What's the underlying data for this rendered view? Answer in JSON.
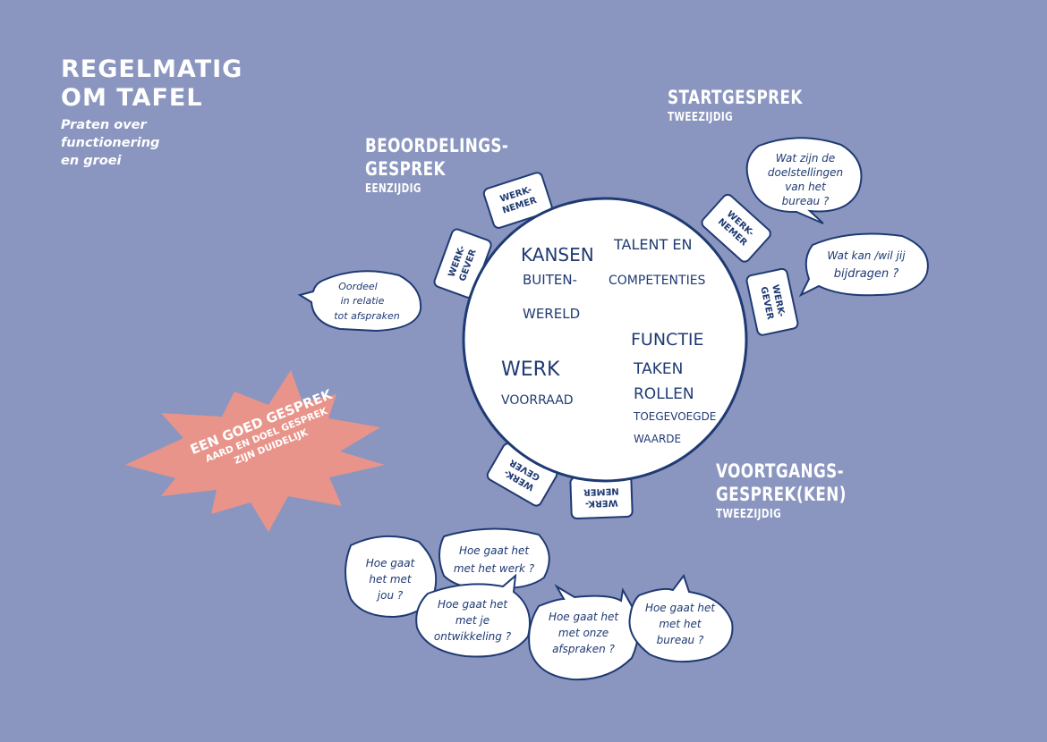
{
  "title": {
    "line1": "REGELMATIG",
    "line2": "OM TAFEL",
    "subtitle_lines": [
      "Praten over",
      "functionering",
      "en groei"
    ]
  },
  "conversations": {
    "startgesprek": {
      "title": "STARTGESPREK",
      "subtitle": "TWEEZIJDIG"
    },
    "beoordelingsgesprek": {
      "title_lines": [
        "BEOORDELINGS-",
        "GESPREK"
      ],
      "subtitle": "EENZIJDIG"
    },
    "voortgangsgesprek": {
      "title_lines": [
        "VOORTGANGS-",
        "GESPREK(KEN)"
      ],
      "subtitle": "TWEEZIJDIG"
    }
  },
  "table": {
    "topics": {
      "kansen": [
        "KANSEN",
        "BUITEN-",
        "WERELD"
      ],
      "talent": [
        "TALENT EN",
        "COMPETENTIES"
      ],
      "werk": [
        "WERK",
        "VOORRAAD"
      ],
      "functie": [
        "FUNCTIE",
        "TAKEN",
        "ROLLEN",
        "TOEGEVOEGDE",
        "WAARDE"
      ]
    },
    "chairs": {
      "werknemer": [
        "WERK-",
        "NEMER"
      ],
      "werkgever": [
        "WERK-",
        "GEVER"
      ]
    }
  },
  "bubbles": {
    "doelstellingen": [
      "Wat zijn de",
      "doelstellingen",
      "van het",
      "bureau ?"
    ],
    "bijdragen": [
      "Wat kan /wil jij",
      "bijdragen ?"
    ],
    "oordeel": [
      "Oordeel",
      "in relatie",
      "tot afspraken"
    ],
    "met_jou": [
      "Hoe gaat",
      "het met",
      "jou ?"
    ],
    "met_werk": [
      "Hoe gaat het",
      "met het werk ?"
    ],
    "ontwikkeling": [
      "Hoe gaat het",
      "met je",
      "ontwikkeling ?"
    ],
    "afspraken": [
      "Hoe gaat het",
      "met onze",
      "afspraken ?"
    ],
    "bureau": [
      "Hoe gaat het",
      "met het",
      "bureau ?"
    ]
  },
  "badge": {
    "line1": "EEN GOED GESPREK",
    "line2": "AARD EN DOEL GESPREK",
    "line3": "ZIJN DUIDELIJK",
    "color": "#e8948a"
  },
  "colors": {
    "background": "#8a96c0",
    "ink": "#1f3a73",
    "white": "#ffffff"
  }
}
